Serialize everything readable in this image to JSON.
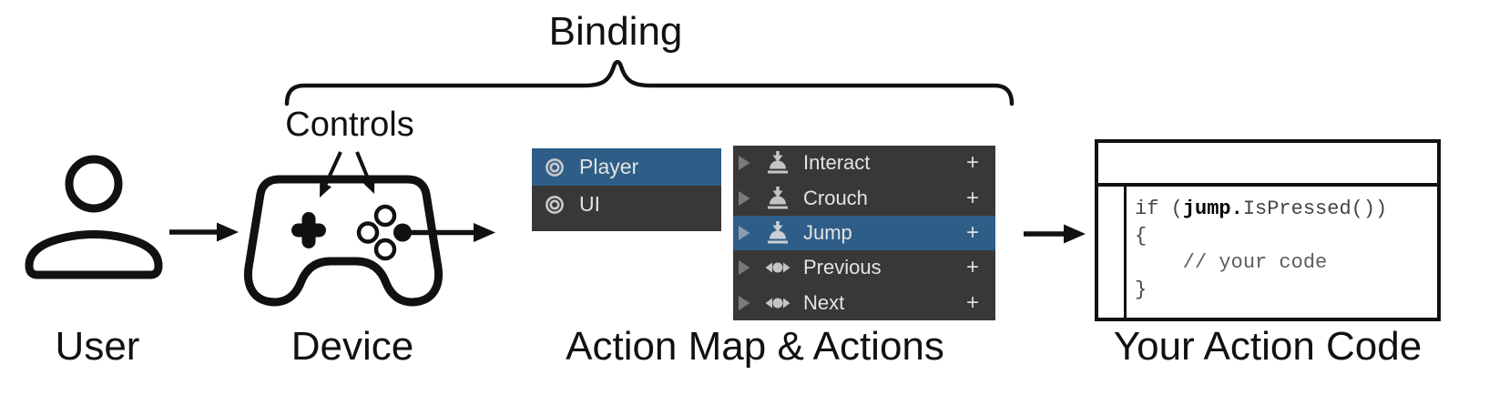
{
  "labels": {
    "binding": "Binding",
    "controls": "Controls",
    "user": "User",
    "device": "Device",
    "action_map": "Action Map & Actions",
    "action_code": "Your Action Code"
  },
  "action_maps_panel": {
    "items": [
      {
        "label": "Player",
        "selected": true
      },
      {
        "label": "UI",
        "selected": false
      }
    ]
  },
  "actions_panel": {
    "add_label": "+",
    "items": [
      {
        "label": "Interact",
        "icon": "button-action-icon",
        "selected": false
      },
      {
        "label": "Crouch",
        "icon": "button-action-icon",
        "selected": false
      },
      {
        "label": "Jump",
        "icon": "button-action-icon",
        "selected": true
      },
      {
        "label": "Previous",
        "icon": "axis-action-icon",
        "selected": false
      },
      {
        "label": "Next",
        "icon": "axis-action-icon",
        "selected": false
      }
    ]
  },
  "code_panel": {
    "line1_prefix": "if (",
    "line1_keyword": "jump.",
    "line1_suffix": "IsPressed())",
    "line2": "{",
    "line3": "    // your code",
    "line4": "}"
  },
  "colors": {
    "panel_bg": "#383838",
    "selection_blue": "#2E5E88",
    "panel_text": "#E3E3E3",
    "icon_gray": "#C4C4C4",
    "foldout_gray": "#7A7A7A",
    "line_art": "#111111"
  }
}
